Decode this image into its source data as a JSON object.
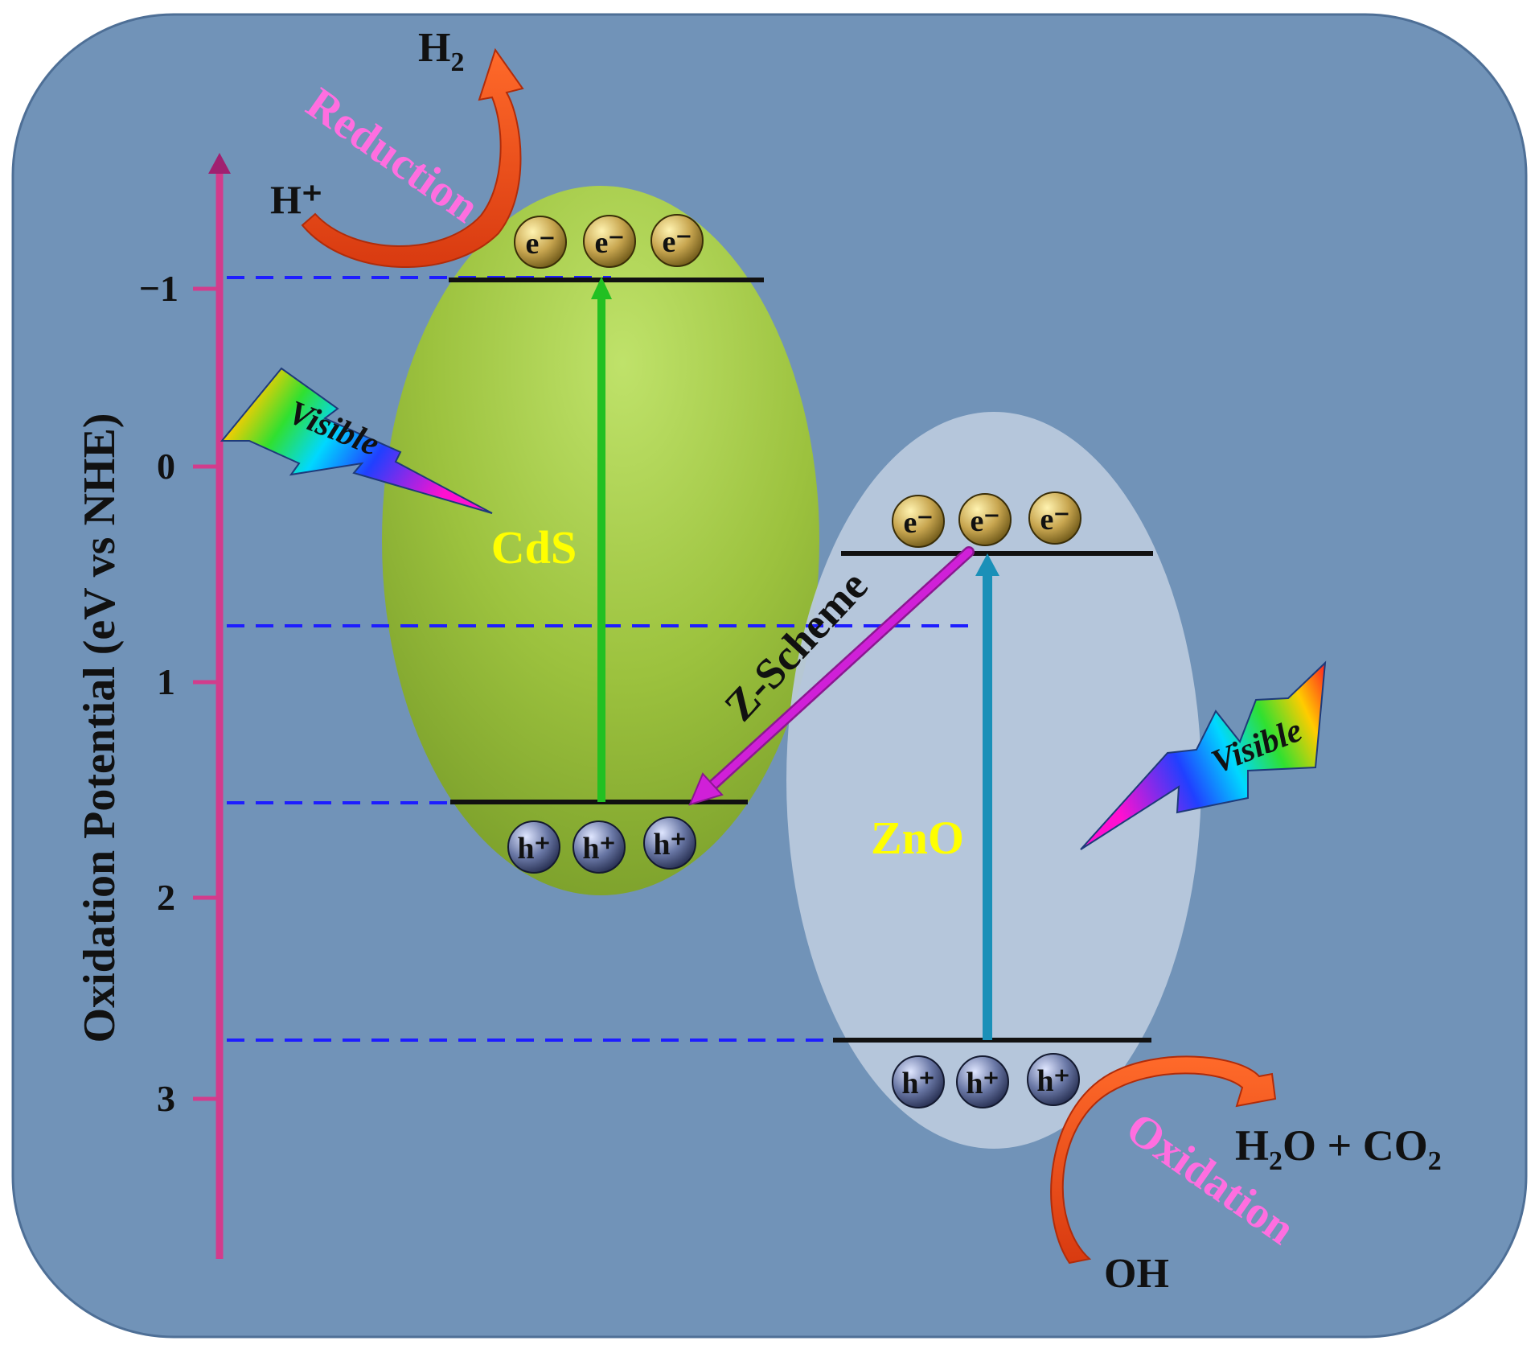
{
  "axis": {
    "label": "Oxidation Potential (eV vs NHE)",
    "ticks": [
      "−1",
      "0",
      "1",
      "2",
      "3"
    ]
  },
  "materials": {
    "cds": {
      "label": "CdS"
    },
    "zno": {
      "label": "ZnO"
    }
  },
  "carriers": {
    "electron": "e⁻",
    "hole": "h⁺"
  },
  "light": {
    "label": "Visible"
  },
  "transfer": {
    "label": "Z-Scheme"
  },
  "reduction": {
    "label": "Reduction",
    "reactant": "H⁺",
    "product_main": "H",
    "product_sub": "2"
  },
  "oxidation": {
    "label": "Oxidation",
    "reactant": "OH",
    "product": {
      "p1": "H",
      "p1_sub": "2",
      "p2": "O + CO",
      "p2_sub": "2"
    }
  },
  "colors": {
    "background": "#7193b8",
    "axis": "#d23c8c",
    "cds": "#9cc23e",
    "zno": "#b8c8dc",
    "material_label": "#ffff00",
    "process_label": "#ff6ee0",
    "reaction_arrow": "#f0501e",
    "cds_excitation": "#22c022",
    "zno_excitation": "#1a90b8",
    "z_scheme_arrow": "#d020d8",
    "dashed_level": "#1d1dff"
  }
}
